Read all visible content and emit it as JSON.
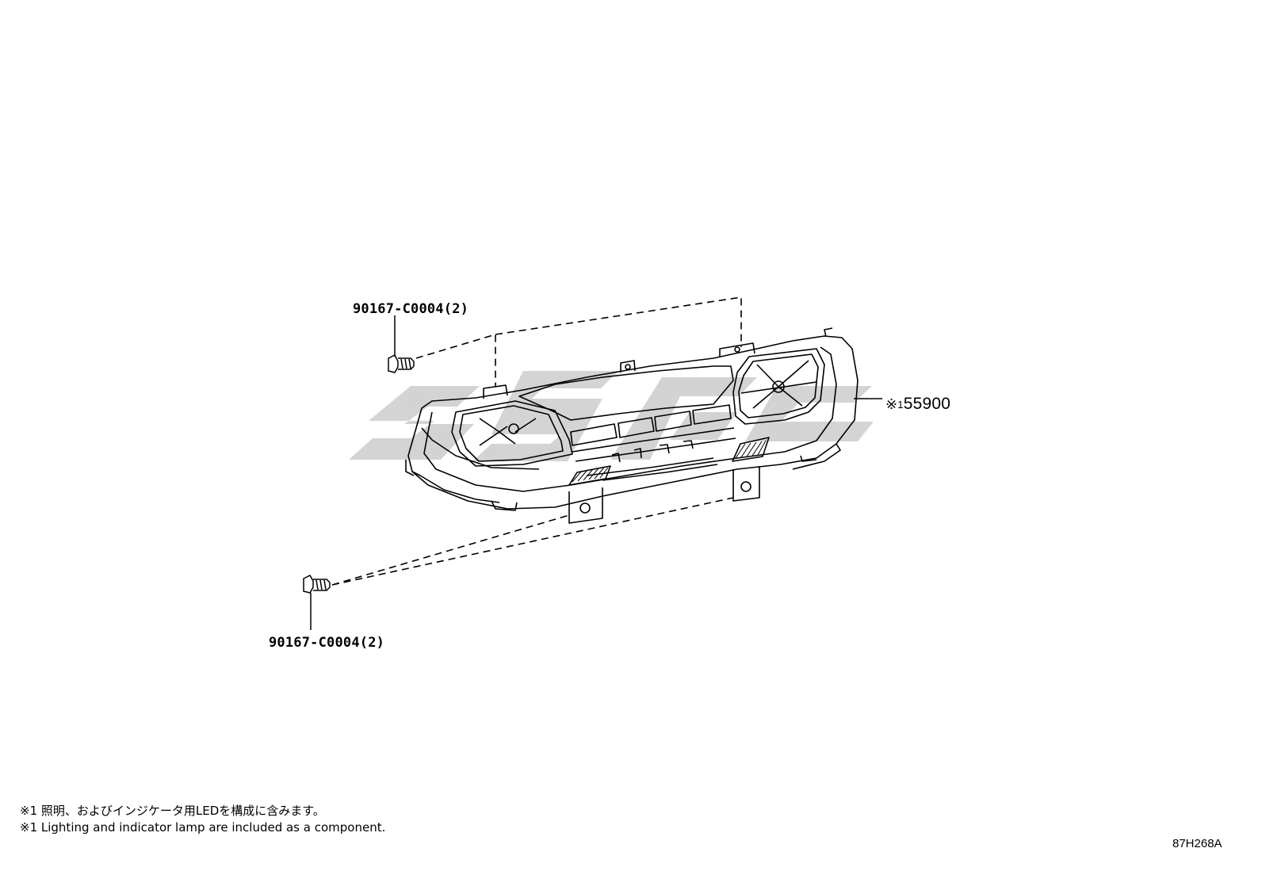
{
  "diagram": {
    "callouts": {
      "top_screw": "90167-C0004(2)",
      "bottom_screw": "90167-C0004(2)",
      "main_part_mark": "※",
      "main_part_sub": "1",
      "main_part_number": "55900"
    },
    "notes": {
      "japanese": "※1 照明、およびインジケータ用LEDを構成に含みます。",
      "english": "※1 Lighting and indicator lamp are included as a component."
    },
    "figure_code": "87H268A",
    "watermark_color": "#cfcfcf",
    "line_color": "#000000"
  }
}
